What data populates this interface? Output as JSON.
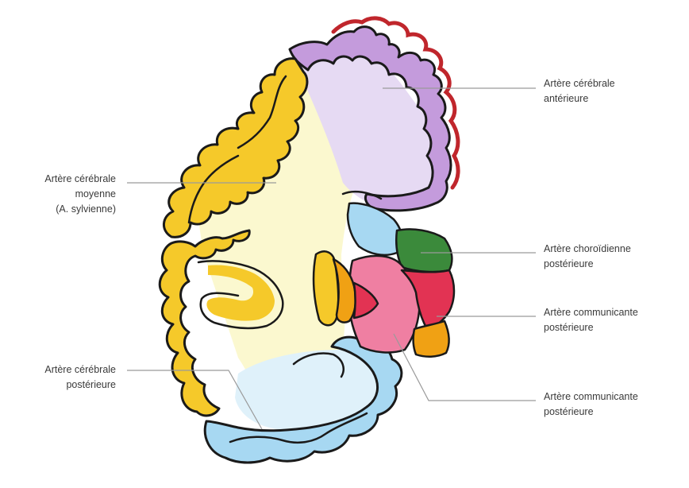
{
  "labels": {
    "anterior": {
      "line1": "Artère cérébrale",
      "line2": "antérieure"
    },
    "middle": {
      "line1": "Artère cérébrale",
      "line2": "moyenne",
      "line3": "(A. sylvienne)"
    },
    "choroidal": {
      "line1": "Artère choroïdienne",
      "line2": "postérieure"
    },
    "communicating_1": {
      "line1": "Artère communicante",
      "line2": "postérieure"
    },
    "posterior": {
      "line1": "Artère cérébrale",
      "line2": "postérieure"
    },
    "communicating_2": {
      "line1": "Artère communicante",
      "line2": "postérieure"
    }
  },
  "colors": {
    "anterior_cortex": "#c49bdc",
    "anterior_white": "#e6daf3",
    "anterior_artery": "#c0262c",
    "middle_cortex": "#f5c92a",
    "middle_white": "#fbf8cf",
    "posterior_cortex": "#a7d8f2",
    "posterior_white": "#dff1fa",
    "choroidal": "#3b8a3b",
    "communicating_pink": "#ef7fa2",
    "communicating_red": "#e23353",
    "nucleus_orange": "#f0a114",
    "outline": "#1a1a1a",
    "leader": "#9a9a9a"
  }
}
